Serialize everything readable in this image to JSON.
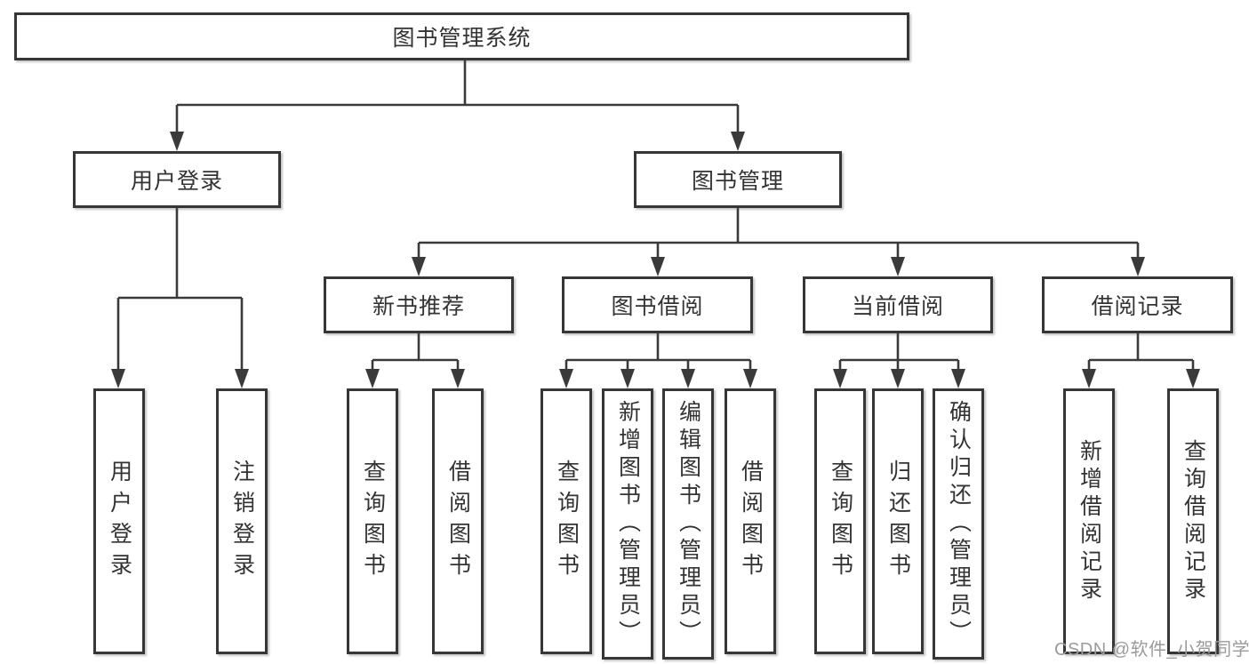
{
  "diagram_title": "图书管理系统",
  "watermark": "CSDN @软件_小贺同学",
  "colors": {
    "line": "#3a3a3a",
    "box_border": "#363636",
    "text": "#333333",
    "watermark_text": "#9b9b9b",
    "background": "#ffffff"
  },
  "tree": {
    "root": {
      "label": "图书管理系统"
    },
    "branches": [
      {
        "label": "用户登录",
        "children": [
          "用户登录",
          "注销登录"
        ]
      },
      {
        "label": "图书管理",
        "groups": [
          {
            "label": "新书推荐",
            "children": [
              "查询图书",
              "借阅图书"
            ]
          },
          {
            "label": "图书借阅",
            "children": [
              "查询图书",
              "新增图书（管理员）",
              "编辑图书（管理员）",
              "借阅图书"
            ]
          },
          {
            "label": "当前借阅",
            "children": [
              "查询图书",
              "归还图书",
              "确认归还（管理员）"
            ]
          },
          {
            "label": "借阅记录",
            "children": [
              "新增借阅记录",
              "查询借阅记录"
            ]
          }
        ]
      }
    ]
  }
}
